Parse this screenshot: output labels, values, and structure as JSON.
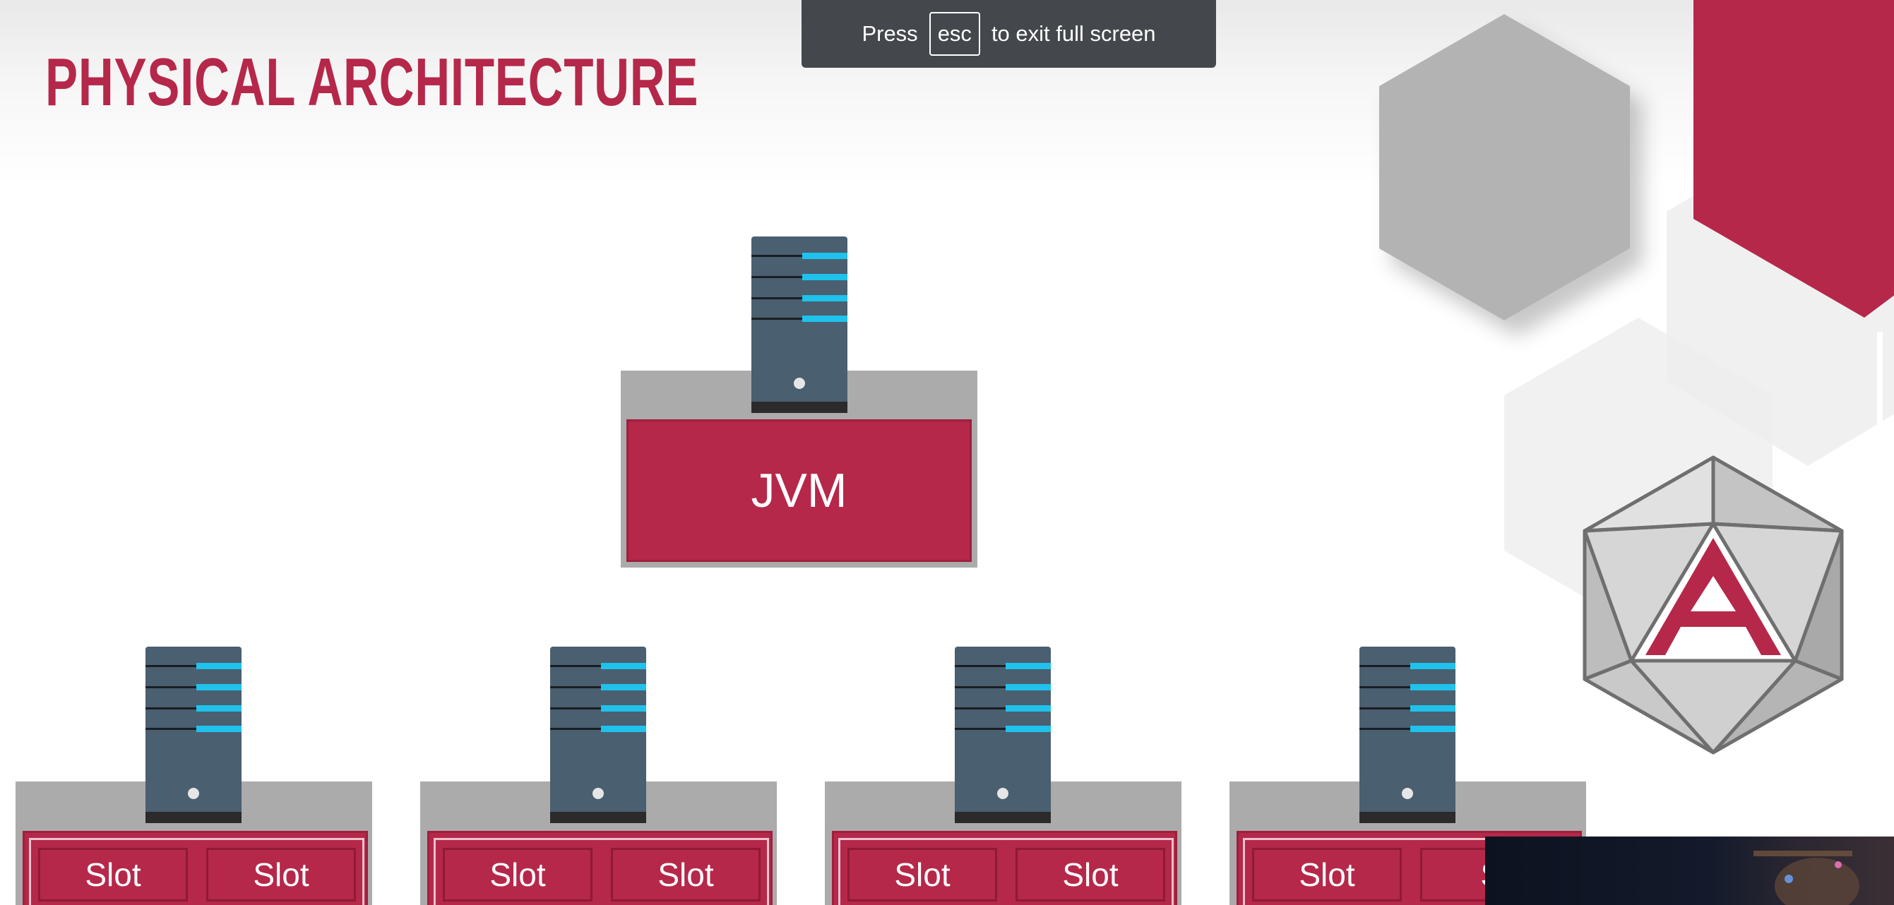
{
  "slide": {
    "title": "PHYSICAL ARCHITECTURE"
  },
  "fullscreen_toast": {
    "prefix": "Press",
    "key": "esc",
    "suffix": "to exit full screen"
  },
  "master": {
    "label": "JVM"
  },
  "workers": [
    {
      "slots": [
        "Slot",
        "Slot"
      ]
    },
    {
      "slots": [
        "Slot",
        "Slot"
      ]
    },
    {
      "slots": [
        "Slot",
        "Slot"
      ]
    },
    {
      "slots": [
        "Slot",
        "Sl"
      ]
    }
  ],
  "icons": {
    "server": "server-tower-icon",
    "logo": "icosahedron-a-logo-icon"
  },
  "colors": {
    "accent": "#b5284a",
    "server_body": "#4a5f70",
    "server_led": "#1fc2ec",
    "toast_bg": "#44484c",
    "frame_gray": "#ababab"
  }
}
